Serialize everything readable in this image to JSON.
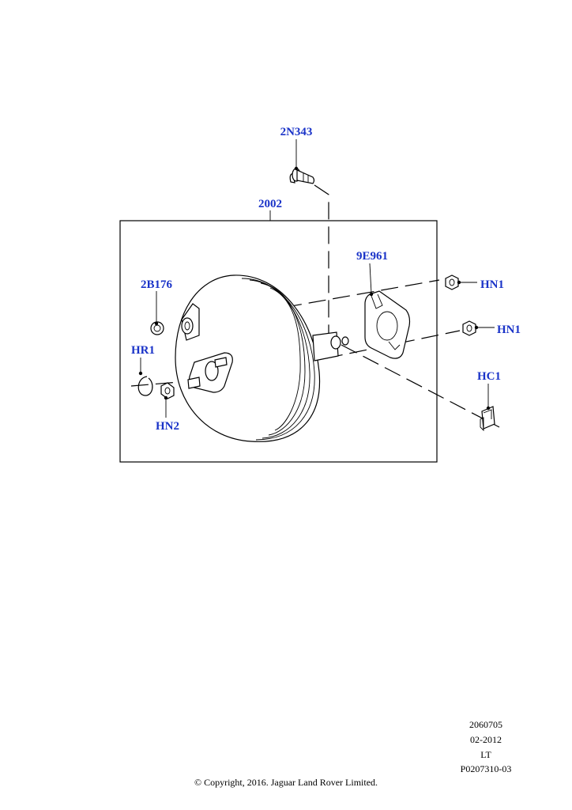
{
  "callouts": {
    "bolt": "2N343",
    "booster_assembly": "2002",
    "gasket": "9E961",
    "seal": "2B176",
    "retaining_ring": "HR1",
    "nut_lower_left": "HN2",
    "nut_upper_right": "HN1",
    "nut_lower_right": "HN1",
    "clip": "HC1"
  },
  "meta": {
    "code": "2060705",
    "date": "02-2012",
    "region": "LT",
    "illustration_id": "P0207310-03"
  },
  "copyright": "© Copyright, 2016. Jaguar Land Rover Limited."
}
